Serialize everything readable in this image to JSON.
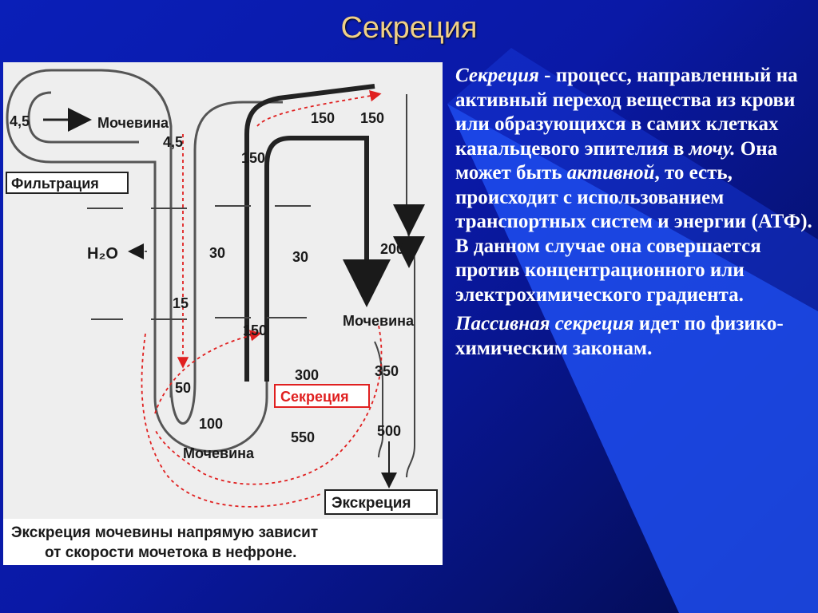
{
  "slide": {
    "title": "Секреция"
  },
  "diagram": {
    "labels": {
      "c_4_5_left": "4,5",
      "urea_top": "Мочевина",
      "c_4_5_below": "4,5",
      "filtration": "Фильтрация",
      "h2o": "H₂O",
      "c_150_a": "150",
      "c_150_b": "150",
      "c_150_c": "150",
      "c_30_left": "30",
      "c_30_right": "30",
      "c_200": "200",
      "c_15": "15",
      "c_150_bottom": "150",
      "urea_right": "Мочевина",
      "c_300": "300",
      "c_350": "350",
      "c_50": "50",
      "secretion_box": "Секреция",
      "c_100": "100",
      "c_550": "550",
      "c_500": "500",
      "urea_bottom": "Мочевина",
      "excretion": "Экскреция",
      "caption_line1": "Экскреция мочевины напрямую зависит",
      "caption_line2": "от скорости мочетока в нефроне."
    }
  },
  "text": {
    "p1_term": "Секреция",
    "p1_a": " - процесс, направленный на активный переход вещества из крови или образующихся в самих клетках канальцевого эпителия в ",
    "p1_italic2": "мочу.",
    "p1_b": " Она может быть ",
    "p1_italic3": "активной",
    "p1_c": ", то есть, происходит с использованием транспортных систем и энергии (АТФ). В данном случае она совершается против концентрационного или электрохимического градиента.",
    "p2_term": "Пассивная секреция",
    "p2_rest": " идет по физико-химическим законам."
  },
  "colors": {
    "title": "#f0d088",
    "secretion_red": "#e02020",
    "accent_blue": "#2a5cff"
  }
}
